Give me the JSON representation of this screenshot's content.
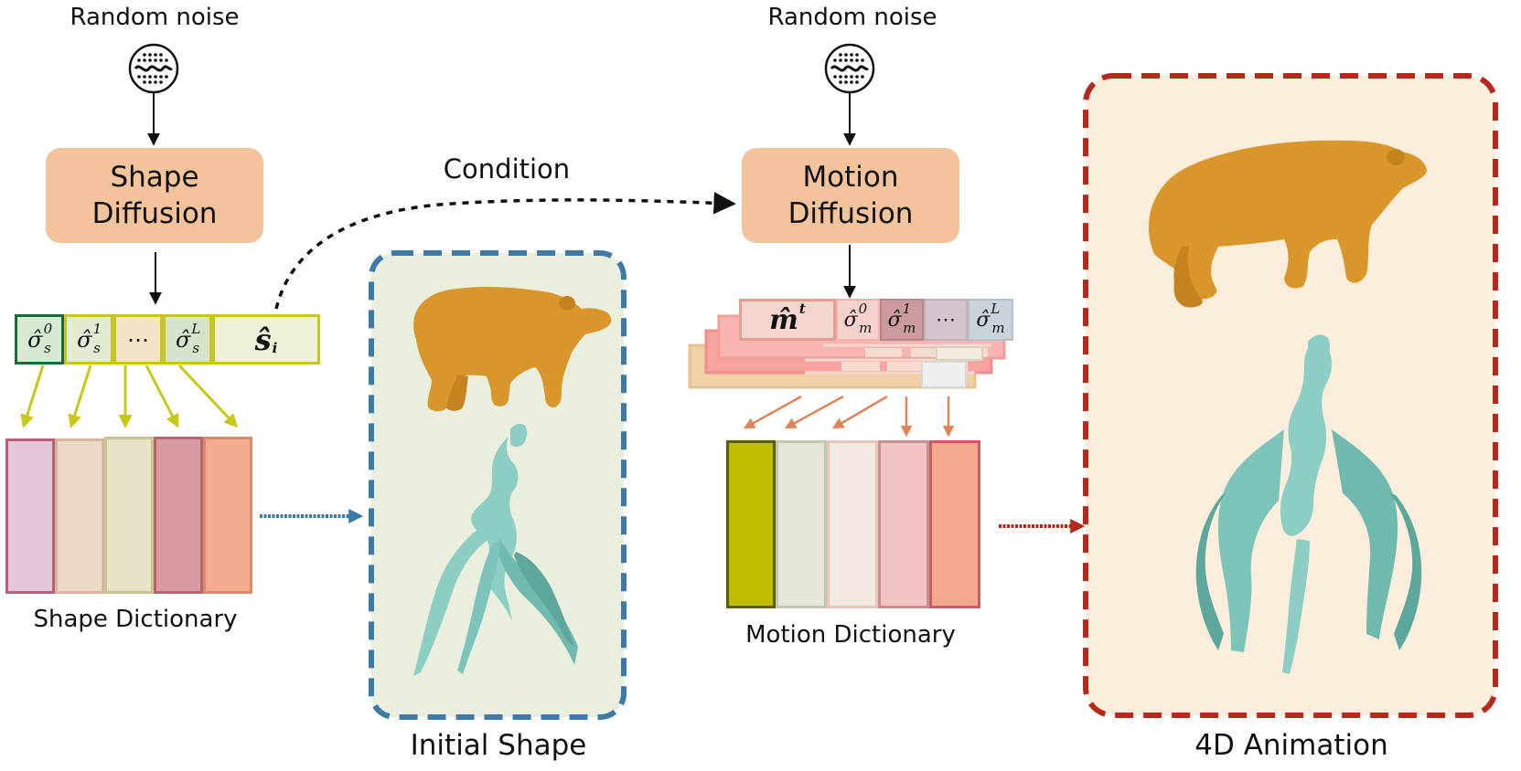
{
  "labels": {
    "random_noise_left": "Random noise",
    "random_noise_right": "Random noise",
    "condition": "Condition",
    "shape_dictionary": "Shape Dictionary",
    "initial_shape": "Initial Shape",
    "motion_dictionary": "Motion Dictionary",
    "animation_4d": "4D Animation"
  },
  "boxes": {
    "shape_diffusion": "Shape\nDiffusion",
    "motion_diffusion": "Motion\nDiffusion"
  },
  "shape_tokens": {
    "sigma_base": "σ̂",
    "sub": "s",
    "sup0": "0",
    "sup1": "1",
    "dots": "⋯",
    "supL": "L",
    "latent": "ŝ",
    "latent_sub": "i"
  },
  "motion_tokens": {
    "latent": "m̂",
    "latent_sup": "t",
    "sigma_base": "σ̂",
    "sub": "m",
    "sup0": "0",
    "sup1": "1",
    "dots": "⋯",
    "supL": "L"
  },
  "colors": {
    "box_fill": "#f3c39b",
    "initial_panel_fill": "#eaeedd",
    "initial_panel_border": "#3e7aa6",
    "anim_panel_fill": "#fbeedd",
    "anim_panel_border": "#b5281c",
    "bear": "#d9962a",
    "dragon": "#8ccdc4",
    "shape_arrow": "#c8c81a",
    "motion_arrow": "#e0845e",
    "shape_dict": [
      "#e5c5d9",
      "#ecd9c8",
      "#e8e2c6",
      "#d79aa1",
      "#f4aa8c"
    ],
    "shape_dict_borders": [
      "#b9607b",
      "#d9b49e",
      "#c9c292",
      "#b7646e",
      "#d98c6a"
    ],
    "motion_dict": [
      "#bfbd00",
      "#e5e8d8",
      "#f4e8e2",
      "#f1c4c3",
      "#f4a98a"
    ],
    "motion_dict_borders": [
      "#5c5c00",
      "#c0c8b0",
      "#e9c6bb",
      "#c98f8f",
      "#c95e6a"
    ]
  }
}
